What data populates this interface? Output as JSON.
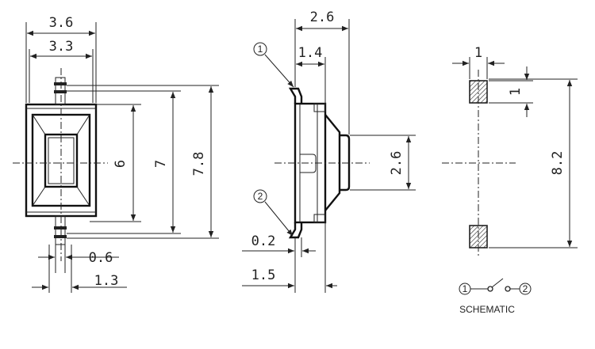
{
  "front_view": {
    "width_outer": "3.6",
    "width_inner": "3.3",
    "height_body": "6",
    "height_7": "7",
    "height_total": "7.8",
    "lead_width": "0.6",
    "lead_span": "1.3"
  },
  "side_view": {
    "total_width": "2.6",
    "body_width": "1.4",
    "actuator_height": "2.6",
    "terminal_thickness": "0.2",
    "offset": "1.5",
    "callout_1": "1",
    "callout_2": "2"
  },
  "pad_layout": {
    "pad_width": "1",
    "pad_height": "1",
    "pad_spacing": "8.2"
  },
  "schematic": {
    "terminal_1": "1",
    "terminal_2": "2",
    "label": "SCHEMATIC"
  }
}
